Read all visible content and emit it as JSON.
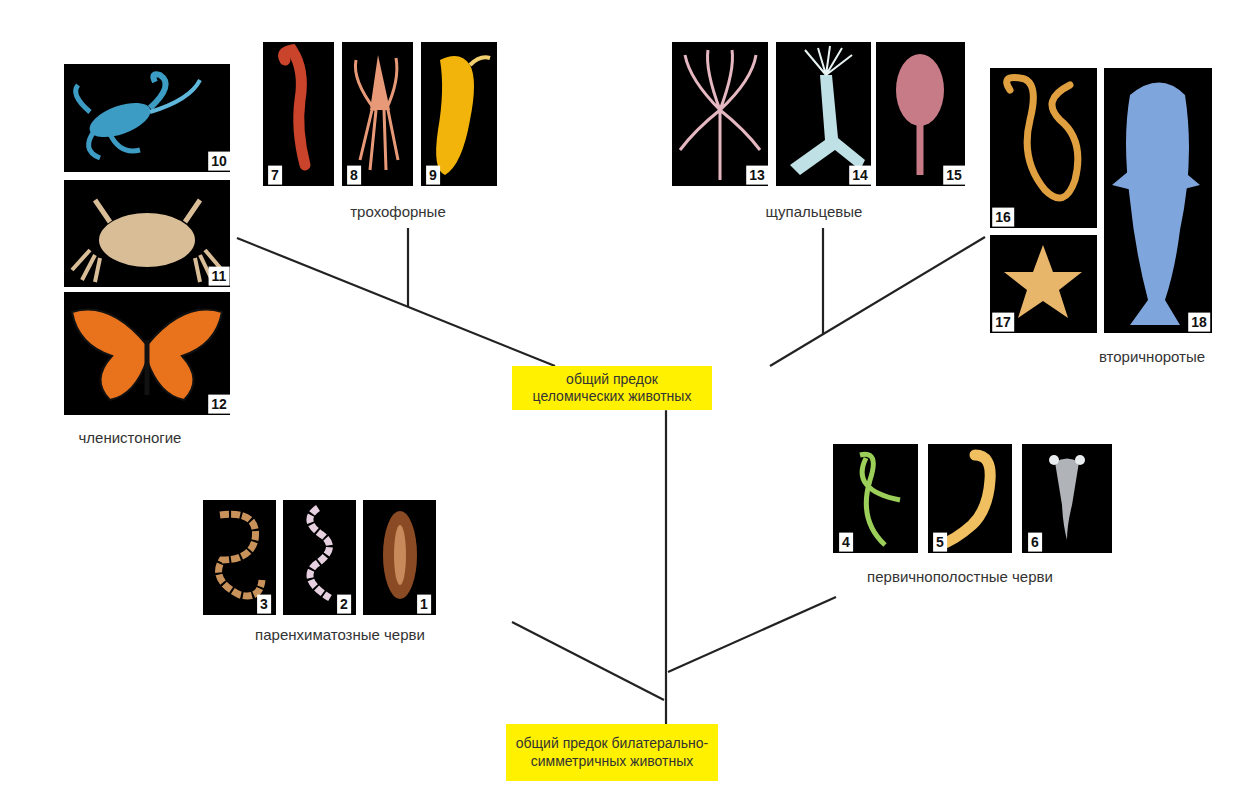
{
  "diagram": {
    "nodes": [
      {
        "text": [
          "общий предок целомических животных"
        ]
      },
      {
        "text": [
          "общий предок билатерально-симметричных животных"
        ]
      }
    ],
    "edges": [
      {
        "from": 1,
        "to": 0,
        "arrow": "none"
      }
    ],
    "labels": [
      "10",
      "11",
      "12",
      "членистоногие",
      "7",
      "8",
      "9",
      "трохофорные",
      "13",
      "14",
      "15",
      "щупальцевые",
      "16",
      "17",
      "18",
      "вторичноротые",
      "3",
      "2",
      "1",
      "паренхиматозные черви",
      "4",
      "5",
      "6",
      "первичнополостные черви"
    ]
  }
}
